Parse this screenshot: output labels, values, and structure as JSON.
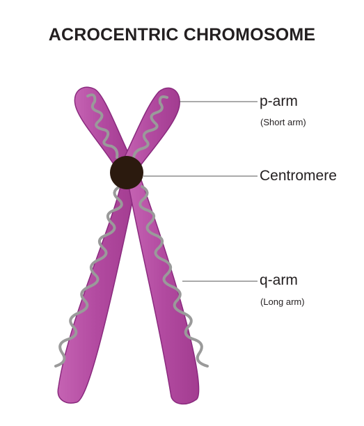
{
  "title": "ACROCENTRIC CHROMOSOME",
  "labels": {
    "p_arm": {
      "name": "p-arm",
      "note": "(Short arm)"
    },
    "centromere": {
      "name": "Centromere"
    },
    "q_arm": {
      "name": "q-arm",
      "note": "(Long arm)"
    }
  },
  "colors": {
    "chromatid_fill": "#b24aa0",
    "chromatid_outline": "#8a2a7e",
    "chromatin_coil": "#9a9a9a",
    "centromere": "#2b1a0e",
    "text": "#231f20"
  }
}
